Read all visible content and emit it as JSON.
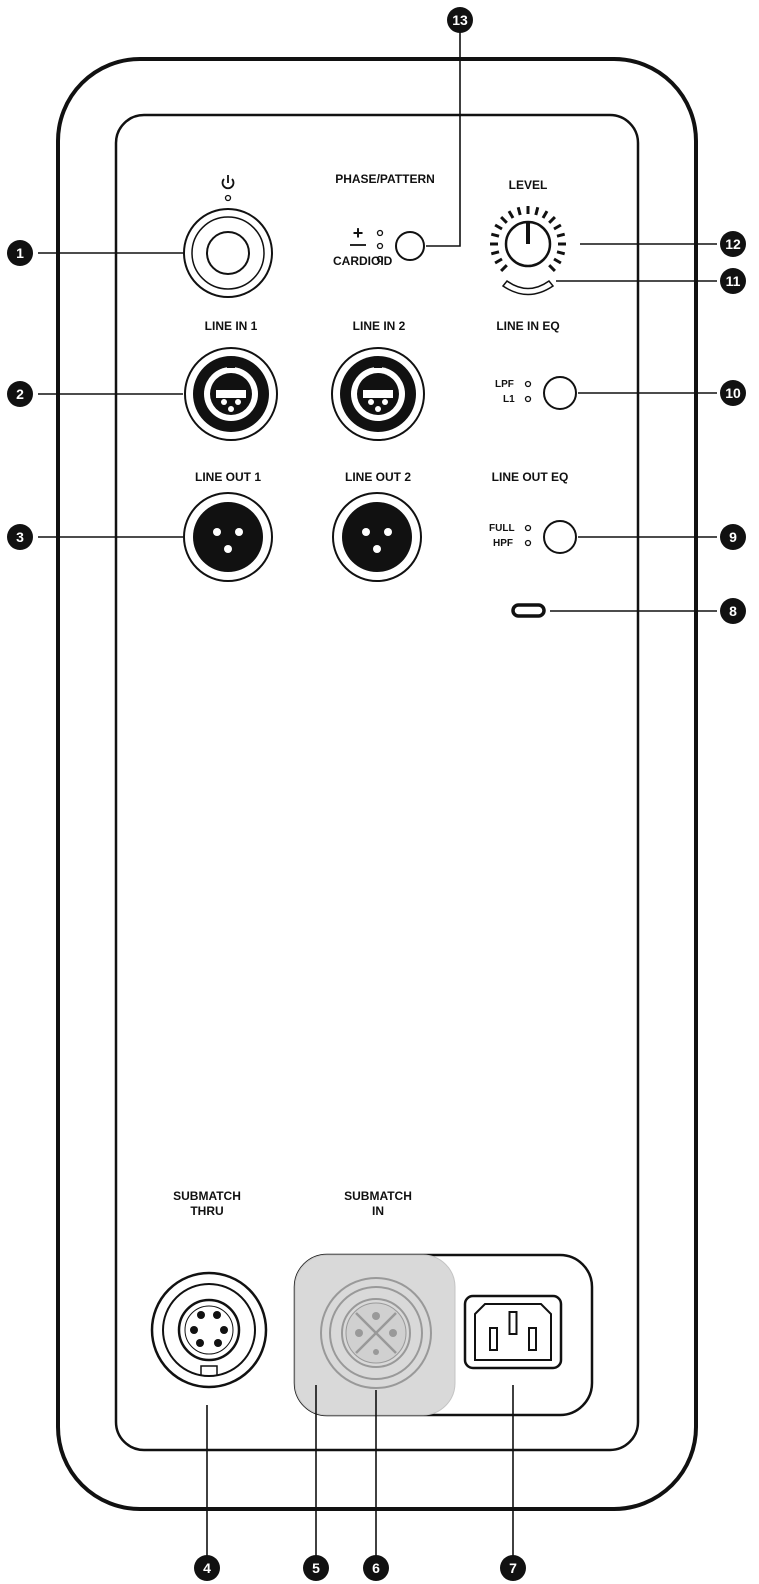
{
  "labels": {
    "phase_pattern": "PHASE/PATTERN",
    "plus": "+",
    "cardioid": "CARDIOID",
    "level": "LEVEL",
    "line_in_1": "LINE IN 1",
    "line_in_2": "LINE IN 2",
    "line_in_eq": "LINE IN EQ",
    "lpf": "LPF",
    "l1": "L1",
    "line_out_1": "LINE OUT 1",
    "line_out_2": "LINE OUT 2",
    "line_out_eq": "LINE OUT EQ",
    "full": "FULL",
    "hpf": "HPF",
    "submatch_thru_1": "SUBMATCH",
    "submatch_thru_2": "THRU",
    "submatch_in_1": "SUBMATCH",
    "submatch_in_2": "IN"
  },
  "callouts": [
    "1",
    "2",
    "3",
    "4",
    "5",
    "6",
    "7",
    "8",
    "9",
    "10",
    "11",
    "12",
    "13"
  ],
  "icons": {
    "power": "power-icon"
  },
  "colors": {
    "ink": "#111111",
    "highlight": "#d9d9d9",
    "background": "#ffffff"
  }
}
